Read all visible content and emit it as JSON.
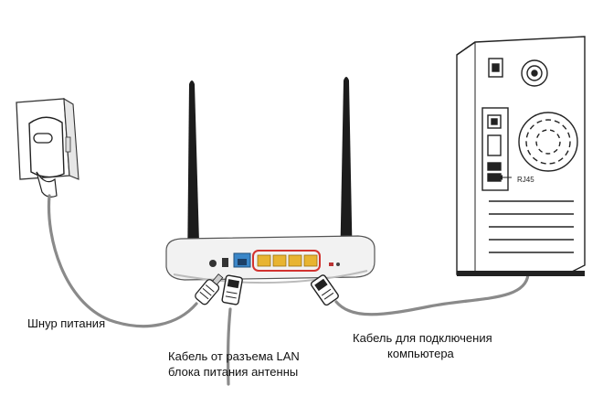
{
  "labels": {
    "power_cord": "Шнур питания",
    "lan_cable_line1": "Кабель от разъема LAN",
    "lan_cable_line2": "блока питания антенны",
    "pc_cable_line1": "Кабель для подключения",
    "pc_cable_line2": "компьютера",
    "port_label": "RJ45"
  },
  "colors": {
    "router_body": "#f2f2f2",
    "antenna": "#1c1c1c",
    "cable": "#8a8a8a",
    "lan_ports": "#e8b431",
    "highlight_outline": "#d2332f",
    "wan_port": "#3a86c8",
    "outline": "#333333"
  }
}
